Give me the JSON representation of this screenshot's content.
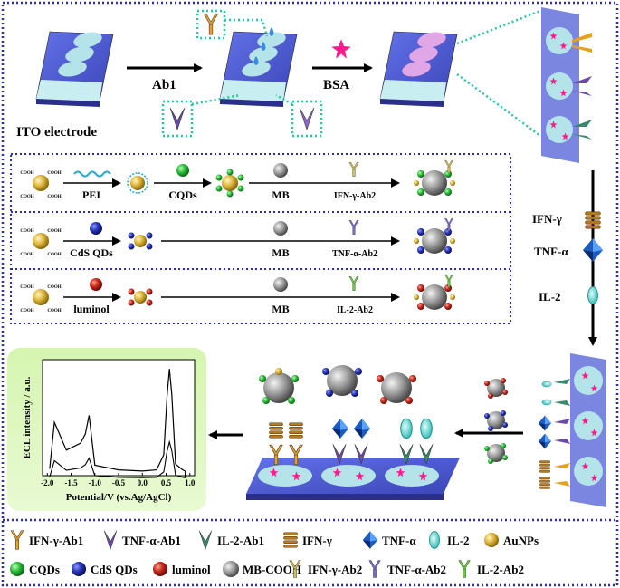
{
  "top": {
    "electrode_label": "ITO electrode",
    "step1_label": "Ab1",
    "step2_label": "BSA"
  },
  "probes": [
    {
      "left_label": "PEI",
      "mid_label": "CQDs",
      "right_label": "MB",
      "ab_label": "IFN-γ-Ab2"
    },
    {
      "left_label": "CdS QDs",
      "mid_label": "",
      "right_label": "MB",
      "ab_label": "TNF-α-Ab2"
    },
    {
      "left_label": "luminol",
      "mid_label": "",
      "right_label": "MB",
      "ab_label": "IL-2-Ab2"
    }
  ],
  "cooh_label": "COOH",
  "analytes": {
    "ifn": "IFN-γ",
    "tnf": "TNF-α",
    "il2": "IL-2"
  },
  "plot": {
    "ylabel": "ECL intensity / a.u.",
    "xlabel": "Potential/V (vs.Ag/AgCl)",
    "xticks": [
      "-2.0",
      "-1.5",
      "-1.0",
      "-0.5",
      "0.0",
      "0.5",
      "1.0"
    ]
  },
  "chart_data": {
    "type": "line",
    "xlabel": "Potential/V (vs.Ag/AgCl)",
    "ylabel": "ECL intensity / a.u.",
    "xlim": [
      -2.1,
      1.1
    ],
    "ylim": [
      0,
      100
    ],
    "grid": false,
    "series": [
      {
        "x": [
          -1.95,
          -1.85,
          -1.6,
          -1.3,
          -1.2,
          -1.12,
          -1.0,
          -0.5,
          0.0,
          0.3,
          0.45,
          0.52,
          0.57,
          0.62,
          0.7,
          0.85,
          0.9
        ],
        "y": [
          6,
          46,
          22,
          28,
          36,
          52,
          9,
          5,
          4,
          5,
          18,
          68,
          92,
          70,
          10,
          5,
          4
        ]
      }
    ]
  },
  "legend": [
    {
      "label": "IFN-γ-Ab1",
      "icon": "y-antibody-orange"
    },
    {
      "label": "TNF-α-Ab1",
      "icon": "v-antibody-purple"
    },
    {
      "label": "IL-2-Ab1",
      "icon": "v-antibody-green"
    },
    {
      "label": "IFN-γ",
      "icon": "coil-brown"
    },
    {
      "label": "TNF-α",
      "icon": "diamond-blue"
    },
    {
      "label": "IL-2",
      "icon": "capsule-cyan"
    },
    {
      "label": "AuNPs",
      "icon": "sphere-gold"
    },
    {
      "label": "CQDs",
      "icon": "sphere-green"
    },
    {
      "label": "CdS QDs",
      "icon": "sphere-blue"
    },
    {
      "label": "luminol",
      "icon": "sphere-red"
    },
    {
      "label": "MB-COOH",
      "icon": "sphere-gray"
    },
    {
      "label": "IFN-γ-Ab2",
      "icon": "y-antibody-yellow"
    },
    {
      "label": "TNF-α-Ab2",
      "icon": "y-antibody-violet"
    },
    {
      "label": "IL-2-Ab2",
      "icon": "y-antibody-lime"
    }
  ],
  "colors": {
    "frame": "#2b2bb8",
    "slide": "#4a5bd8",
    "spot": "#b5e3ea",
    "bsa_spot": "#e1a6e6",
    "teal_dash": "#20c9a0",
    "star": "#ff1a8c",
    "gold": "#d8b23c",
    "green": "#20b040",
    "blue": "#1a2aa0",
    "red": "#c02020",
    "gray": "#8c8c8c",
    "plot_bg": "#d9f5b4"
  }
}
